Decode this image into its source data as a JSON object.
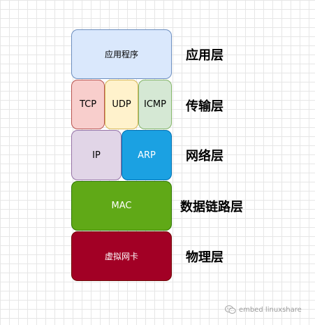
{
  "diagram": {
    "boxes": {
      "app": {
        "label": "应用程序",
        "fill": "#dae8fc",
        "stroke": "#6c8ebf",
        "text_color": "#000000"
      },
      "tcp": {
        "label": "TCP",
        "fill": "#f8cecc",
        "stroke": "#b85450",
        "text_color": "#000000"
      },
      "udp": {
        "label": "UDP",
        "fill": "#fff2cc",
        "stroke": "#d6b656",
        "text_color": "#000000"
      },
      "icmp": {
        "label": "ICMP",
        "fill": "#d5e8d4",
        "stroke": "#82b366",
        "text_color": "#000000"
      },
      "ip": {
        "label": "IP",
        "fill": "#e1d5e7",
        "stroke": "#9673a6",
        "text_color": "#000000"
      },
      "arp": {
        "label": "ARP",
        "fill": "#1ba1e2",
        "stroke": "#006eaf",
        "text_color": "#ffffff"
      },
      "mac": {
        "label": "MAC",
        "fill": "#60a917",
        "stroke": "#2d7600",
        "text_color": "#ffffff"
      },
      "nic": {
        "label": "虚拟网卡",
        "fill": "#a20025",
        "stroke": "#6f0000",
        "text_color": "#ffffff"
      }
    },
    "layers": {
      "application": "应用层",
      "transport": "传输层",
      "network": "网络层",
      "datalink": "数据链路层",
      "physical": "物理层"
    }
  },
  "watermark": {
    "text": "embed linuxshare",
    "icon": "wechat-icon"
  }
}
